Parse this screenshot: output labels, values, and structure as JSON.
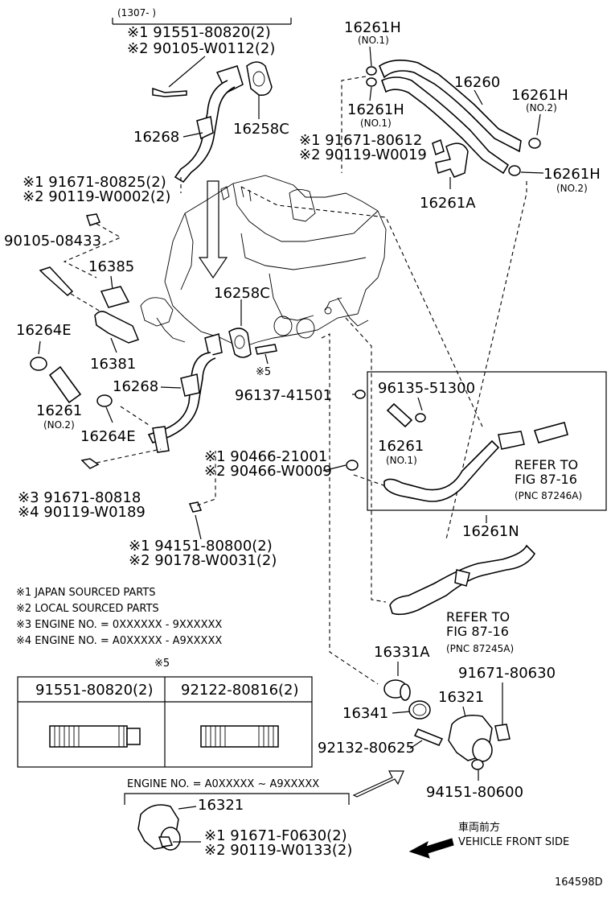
{
  "labels": {
    "range_top": "(1307-        )",
    "l1": "※1 91551-80820(2)",
    "l2": "※2 90105-W0112(2)",
    "p16268a": "16268",
    "p16258c_a": "16258C",
    "l3": "※1 91671-80825(2)",
    "l4": "※2 90119-W0002(2)",
    "p90105": "90105-08433",
    "p16385": "16385",
    "p16264e_a": "16264E",
    "p16381": "16381",
    "p16261_a": "16261",
    "no2_a": "(NO.2)",
    "p16268b": "16268",
    "p16264e_b": "16264E",
    "l5": "※3  91671-80818",
    "l6": "※4  90119-W0189",
    "l7": "※1  94151-80800(2)",
    "l8": "※2  90178-W0031(2)",
    "p16258c_b": "16258C",
    "x5": "※5",
    "p16261h_1": "16261H",
    "no1_1": "(NO.1)",
    "p16261h_2": "16261H",
    "no1_2": "(NO.1)",
    "p16260": "16260",
    "p16261h_3": "16261H",
    "no2_3": "(NO.2)",
    "l9": "※1 91671-80612",
    "l10": "※2 90119-W0019",
    "p16261h_4": "16261H",
    "no2_4": "(NO.2)",
    "p16261a": "16261A",
    "p96137": "96137-41501",
    "p96135": "96135-51300",
    "p16261_b": "16261",
    "no1_b": "(NO.1)",
    "l11": "※1  90466-21001",
    "l12": "※2  90466-W0009",
    "refer1": "REFER TO",
    "refer1b": "FIG 87-16",
    "refer1c": "(PNC 87246A)",
    "p16261n": "16261N",
    "refer2": "REFER TO",
    "refer2b": "FIG 87-16",
    "refer2c": "(PNC 87245A)",
    "note1": "※1 JAPAN SOURCED PARTS",
    "note2": "※2 LOCAL SOURCED PARTS",
    "note3": "※3 ENGINE NO. = 0XXXXXX - 9XXXXXX",
    "note4": "※4 ENGINE NO. = A0XXXXX - A9XXXXX",
    "x5b": "※5",
    "t_col1": "91551-80820(2)",
    "t_col2": "92122-80816(2)",
    "p16331a": "16331A",
    "p91671_80630": "91671-80630",
    "p16321": "16321",
    "p16341": "16341",
    "p92132": "92132-80625",
    "p94151_80600": "94151-80600",
    "engine_range": "ENGINE NO. = A0XXXXX ~ A9XXXXX",
    "p16321b": "16321",
    "l13": "※1  91671-F0630(2)",
    "l14": "※2  90119-W0133(2)",
    "front_jp": "車両前方",
    "front_en": "VEHICLE FRONT SIDE",
    "fig_id": "164598D"
  }
}
